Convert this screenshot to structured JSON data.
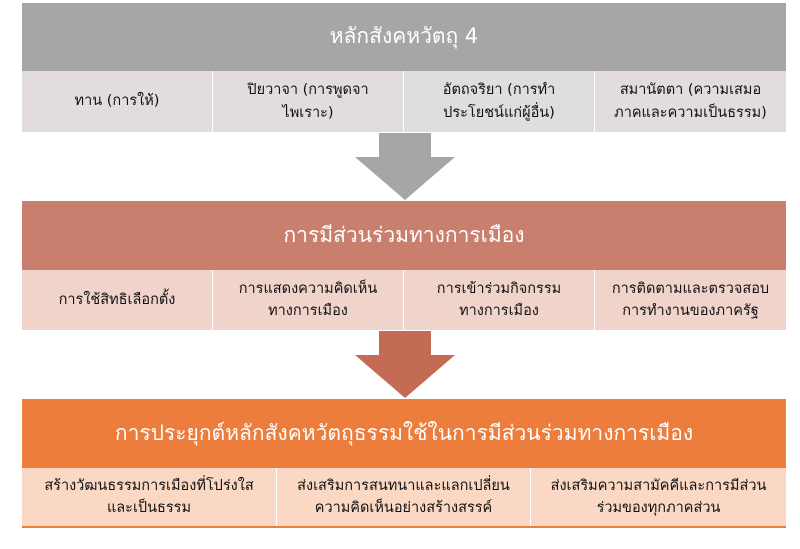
{
  "colors": {
    "level1_header": "#a6a6a6",
    "level1_cell": "#e3dcdc",
    "level1_cell_alt": "#dedede",
    "level2_header": "#c97f6e",
    "level2_cell": "#f0d4cb",
    "level3_header": "#ec7d3c",
    "level3_cell": "#fad8c4",
    "arrow1": "#a6a6a6",
    "arrow2": "#c46b55"
  },
  "level1": {
    "title": "หลักสังคหวัตถุ 4",
    "items": [
      "ทาน (การให้)",
      "ปิยวาจา (การพูดจา\nไพเราะ)",
      "อัตถจริยา (การทำ\nประโยชน์แก่ผู้อื่น)",
      "สมานัตตา (ความเสมอ\nภาคและความเป็นธรรม)"
    ]
  },
  "level2": {
    "title": "การมีส่วนร่วมทางการเมือง",
    "items": [
      "การใช้สิทธิเลือกตั้ง",
      "การแสดงความคิดเห็น\nทางการเมือง",
      "การเข้าร่วมกิจกรรม\nทางการเมือง",
      "การติดตามและตรวจสอบ\nการทำงานของภาครัฐ"
    ]
  },
  "level3": {
    "title": "การประยุกต์หลักสังคหวัตถุธรรมใช้ในการมีส่วนร่วมทางการเมือง",
    "items": [
      "สร้างวัฒนธรรมการเมืองที่โปร่งใส\nและเป็นธรรม",
      "ส่งเสริมการสนทนาและแลกเปลี่ยน\nความคิดเห็นอย่างสร้างสรรค์",
      "ส่งเสริมความสามัคคีและการมีส่วน\nร่วมของทุกภาคส่วน"
    ]
  }
}
